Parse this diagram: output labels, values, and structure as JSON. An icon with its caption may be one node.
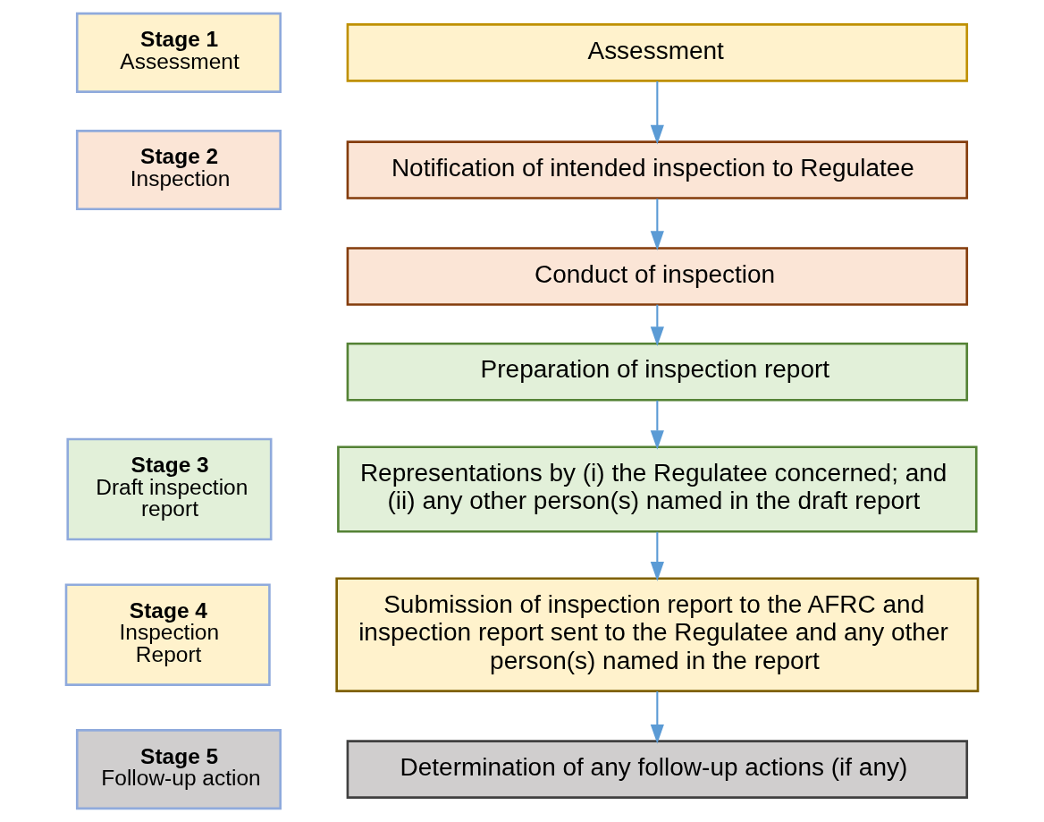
{
  "diagram": {
    "nodes": [
      {
        "text": [
          "Stage 1",
          "Assessment"
        ]
      },
      {
        "text": [
          "Stage 2",
          "Inspection"
        ]
      },
      {
        "text": [
          "Stage 3",
          "Draft inspection report"
        ]
      },
      {
        "text": [
          "Stage 4",
          "Inspection Report"
        ]
      },
      {
        "text": [
          "Stage 5",
          "Follow-up action"
        ]
      },
      {
        "text": [
          "Assessment"
        ]
      },
      {
        "text": [
          "Notification of intended inspection to Regulatee"
        ]
      },
      {
        "text": [
          "Conduct of inspection"
        ]
      },
      {
        "text": [
          "Preparation of inspection report"
        ]
      },
      {
        "text": [
          "Representations by (i) the Regulatee concerned; and (ii) any other person(s) named in the draft report"
        ]
      },
      {
        "text": [
          "Submission of inspection report to the AFRC and inspection report sent to the Regulatee and any other person(s) named in the report"
        ]
      },
      {
        "text": [
          "Determination of any follow-up actions (if any)"
        ]
      }
    ],
    "edges": [
      {
        "from": 5,
        "to": 6,
        "arrow": "to"
      },
      {
        "from": 6,
        "to": 7,
        "arrow": "to"
      },
      {
        "from": 7,
        "to": 8,
        "arrow": "to"
      },
      {
        "from": 8,
        "to": 9,
        "arrow": "to"
      },
      {
        "from": 9,
        "to": 10,
        "arrow": "to"
      },
      {
        "from": 10,
        "to": 11,
        "arrow": "to"
      }
    ]
  }
}
